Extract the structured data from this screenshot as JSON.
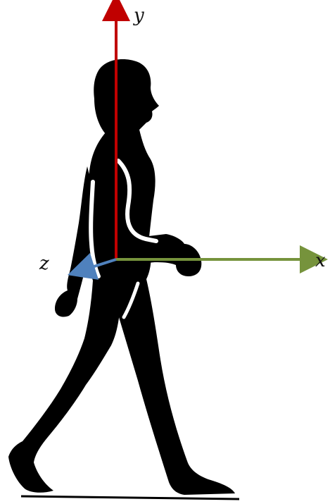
{
  "axes": {
    "x": {
      "label": "x",
      "color": "#76933c"
    },
    "y": {
      "label": "y",
      "color": "#c00000"
    },
    "z": {
      "label": "z",
      "color": "#4f81bd"
    }
  },
  "figure": {
    "silhouette_color": "#000000",
    "stripe_color": "#ffffff",
    "background": "#ffffff"
  }
}
